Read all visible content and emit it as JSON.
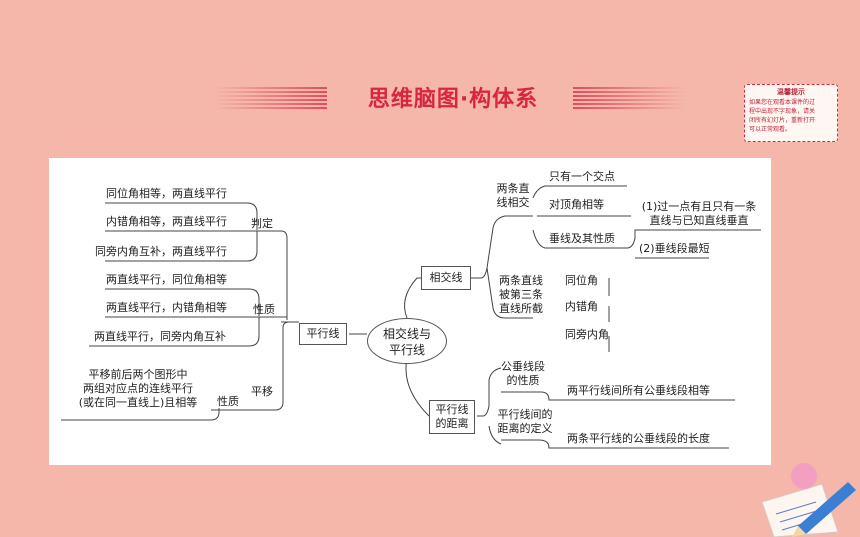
{
  "header": {
    "title": "思维脑图·构体系"
  },
  "tip": {
    "title": "温馨提示",
    "lines": [
      "如果您在观看本课件的过",
      "程中出现不字现象，请关",
      "闭所有幻灯片，重新打开",
      "可以正常观看。"
    ]
  },
  "mindmap": {
    "center": [
      "相交线与",
      "平行线"
    ],
    "left": {
      "branch": "平行线",
      "judge": {
        "label": "判定",
        "items": [
          "同位角相等，两直线平行",
          "内错角相等，两直线平行",
          "同旁内角互补，两直线平行"
        ]
      },
      "property": {
        "label": "性质",
        "items": [
          "两直线平行，同位角相等",
          "两直线平行，内错角相等",
          "两直线平行，同旁内角互补"
        ]
      },
      "translation": {
        "label1": "平移",
        "label2": "性质",
        "text": [
          "平移前后两个图形中",
          "两组对应点的连线平行",
          "(或在同一直线上)且相等"
        ]
      }
    },
    "right": {
      "intersect": {
        "label": "相交线",
        "two_lines": {
          "label": [
            "两条直",
            "线相交"
          ],
          "items": [
            "只有一个交点",
            "对顶角相等",
            "垂线及其性质"
          ],
          "perp": [
            "(1)过一点有且只有一条",
            "直线与已知直线垂直",
            "(2)垂线段最短"
          ]
        },
        "third_line": {
          "label": [
            "两条直线",
            "被第三条",
            "直线所截"
          ],
          "items": [
            "同位角",
            "内错角",
            "同旁内角"
          ]
        }
      },
      "distance": {
        "label": [
          "平行线",
          "的距离"
        ],
        "common": {
          "label": [
            "公垂线段",
            "的性质"
          ],
          "text": "两平行线间所有公垂线段相等"
        },
        "def": {
          "label": [
            "平行线间的",
            "距离的定义"
          ],
          "text": "两条平行线的公垂线段的长度"
        }
      }
    }
  }
}
